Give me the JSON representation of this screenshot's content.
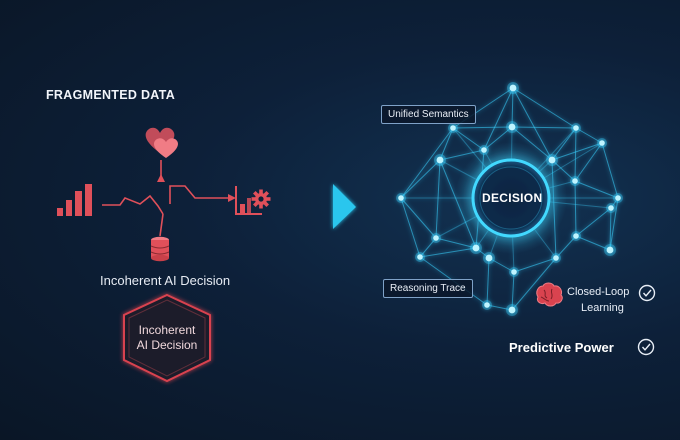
{
  "left_panel": {
    "title": "FRAGMENTED DATA",
    "caption": "Incoherent AI Decision",
    "hexagon_label_line1": "Incoherent",
    "hexagon_label_line2": "AI Decision",
    "icons": [
      "heart-icon",
      "bar-chart-icon",
      "chart-gear-icon",
      "database-icon"
    ],
    "accent_color": "#e0505a"
  },
  "divider": {
    "icon": "play-arrow-icon",
    "color": "#29c6ee"
  },
  "right_panel": {
    "core_label": "DECISION",
    "tag_unified": "Unified Semantics",
    "tag_trace": "Reasoning Trace",
    "closed_loop_line1": "Closed-Loop",
    "closed_loop_line2": "Learning",
    "predictive_label": "Predictive Power",
    "icons": [
      "brain-icon",
      "check-circle-icon"
    ],
    "accent_color": "#3ad2ff"
  }
}
